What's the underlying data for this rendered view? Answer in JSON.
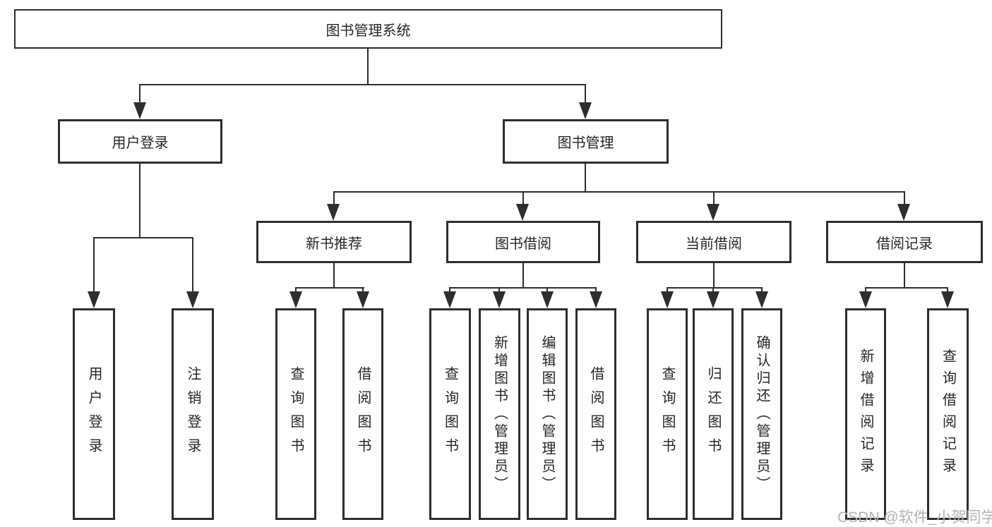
{
  "diagram": {
    "title": "图书管理系统",
    "root": {
      "label": "图书管理系统"
    },
    "level2": [
      {
        "label": "用户登录"
      },
      {
        "label": "图书管理"
      }
    ],
    "level3": [
      {
        "label": "新书推荐"
      },
      {
        "label": "图书借阅"
      },
      {
        "label": "当前借阅"
      },
      {
        "label": "借阅记录"
      }
    ],
    "groups": [
      {
        "items": [
          "用户登录",
          "注销登录"
        ]
      },
      {
        "items": [
          "查询图书",
          "借阅图书"
        ]
      },
      {
        "items": [
          "查询图书",
          "新增图书（管理员）",
          "编辑图书（管理员）",
          "借阅图书"
        ]
      },
      {
        "items": [
          "查询图书",
          "归还图书",
          "确认归还（管理员）"
        ]
      },
      {
        "items": [
          "新增借阅记录",
          "查询借阅记录"
        ]
      }
    ]
  },
  "watermark": {
    "text": "CSDN @软件_小贺同学"
  },
  "colors": {
    "line": "#2e2e2e",
    "text": "#262626",
    "watermark": "#b3b3b3",
    "background": "#ffffff"
  }
}
